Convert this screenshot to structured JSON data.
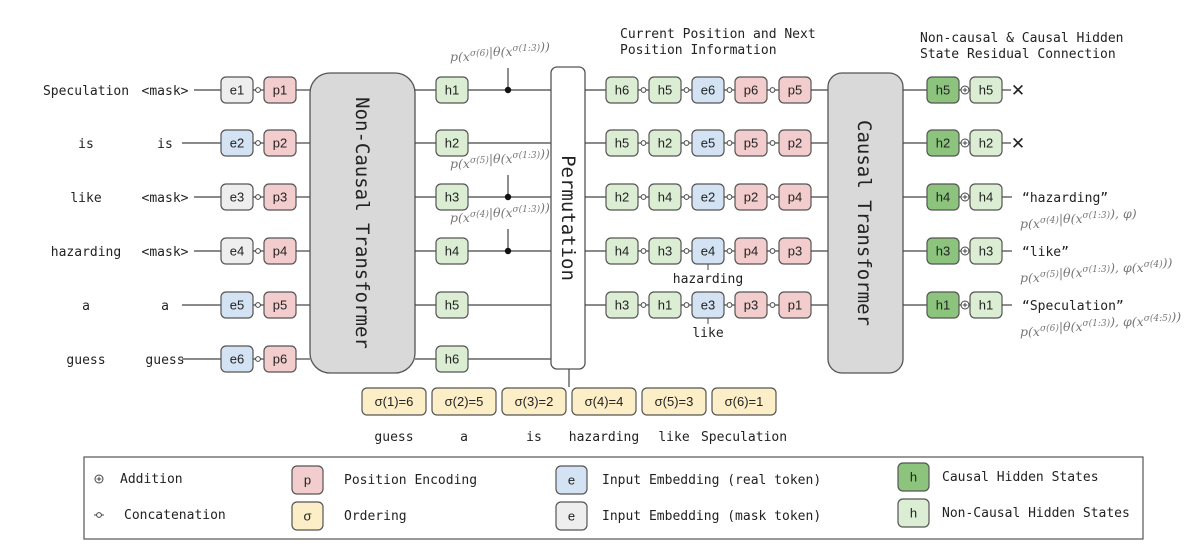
{
  "colors": {
    "position": "#f3cdcd",
    "ordering": "#fcefc7",
    "embed_real": "#d3e3f3",
    "embed_mask": "#eeeeee",
    "causal_h": "#8cc47e",
    "noncausal_h": "#dbeed4",
    "transformer": "#d9d9d9",
    "stroke": "#555555",
    "formula": "#777777"
  },
  "input": {
    "original_tokens": [
      "Speculation",
      "is",
      "like",
      "hazarding",
      "a",
      "guess"
    ],
    "input_tokens": [
      "<mask>",
      "is",
      "<mask>",
      "<mask>",
      "a",
      "guess"
    ],
    "embeddings": [
      {
        "label": "e1",
        "kind": "mask"
      },
      {
        "label": "e2",
        "kind": "real"
      },
      {
        "label": "e3",
        "kind": "mask"
      },
      {
        "label": "e4",
        "kind": "mask"
      },
      {
        "label": "e5",
        "kind": "real"
      },
      {
        "label": "e6",
        "kind": "real"
      }
    ],
    "positions": [
      "p1",
      "p2",
      "p3",
      "p4",
      "p5",
      "p6"
    ]
  },
  "noncausal_transformer": {
    "label": "Non-Causal Transformer"
  },
  "noncausal_outputs": [
    "h1",
    "h2",
    "h3",
    "h4",
    "h5",
    "h6"
  ],
  "tap_formulas": [
    {
      "row": 0,
      "text": "p(x^σ(6) | θ(x^σ(1:3)))"
    },
    {
      "row": 2,
      "text": "p(x^σ(5) | θ(x^σ(1:3)))"
    },
    {
      "row": 3,
      "text": "p(x^σ(4) | θ(x^σ(1:3)))"
    }
  ],
  "permutation": {
    "label": "Permutation"
  },
  "ordering": [
    {
      "label": "σ(1)=6",
      "word": "guess"
    },
    {
      "label": "σ(2)=5",
      "word": "a"
    },
    {
      "label": "σ(3)=2",
      "word": "is"
    },
    {
      "label": "σ(4)=4",
      "word": "hazarding"
    },
    {
      "label": "σ(5)=3",
      "word": "like"
    },
    {
      "label": "σ(6)=1",
      "word": "Speculation"
    }
  ],
  "middle": {
    "title_line1": "Current Position and Next",
    "title_line2": "Position Information",
    "rows": [
      {
        "cells": [
          {
            "t": "h6",
            "k": "h"
          },
          {
            "t": "h5",
            "k": "h"
          },
          {
            "t": "e6",
            "k": "e"
          },
          {
            "t": "p6",
            "k": "p"
          },
          {
            "t": "p5",
            "k": "p"
          }
        ],
        "note": ""
      },
      {
        "cells": [
          {
            "t": "h5",
            "k": "h"
          },
          {
            "t": "h2",
            "k": "h"
          },
          {
            "t": "e5",
            "k": "e"
          },
          {
            "t": "p5",
            "k": "p"
          },
          {
            "t": "p2",
            "k": "p"
          }
        ],
        "note": ""
      },
      {
        "cells": [
          {
            "t": "h2",
            "k": "h"
          },
          {
            "t": "h4",
            "k": "h"
          },
          {
            "t": "e2",
            "k": "e"
          },
          {
            "t": "p2",
            "k": "p"
          },
          {
            "t": "p4",
            "k": "p"
          }
        ],
        "note": ""
      },
      {
        "cells": [
          {
            "t": "h4",
            "k": "h"
          },
          {
            "t": "h3",
            "k": "h"
          },
          {
            "t": "e4",
            "k": "e"
          },
          {
            "t": "p4",
            "k": "p"
          },
          {
            "t": "p3",
            "k": "p"
          }
        ],
        "note": "hazarding"
      },
      {
        "cells": [
          {
            "t": "h3",
            "k": "h"
          },
          {
            "t": "h1",
            "k": "h"
          },
          {
            "t": "e3",
            "k": "e"
          },
          {
            "t": "p3",
            "k": "p"
          },
          {
            "t": "p1",
            "k": "p"
          }
        ],
        "note": "like"
      }
    ]
  },
  "causal_transformer": {
    "label": "Causal Transformer"
  },
  "right": {
    "title_line1": "Non-causal & Causal Hidden",
    "title_line2": "State Residual Connection",
    "rows": [
      {
        "causal": "h5",
        "noncausal": "h5",
        "output": "",
        "dropped": true,
        "formula": ""
      },
      {
        "causal": "h2",
        "noncausal": "h2",
        "output": "",
        "dropped": true,
        "formula": ""
      },
      {
        "causal": "h4",
        "noncausal": "h4",
        "output": "“hazarding”",
        "dropped": false,
        "formula": "p(x^σ(4) | θ(x^σ(1:3)), φ)"
      },
      {
        "causal": "h3",
        "noncausal": "h3",
        "output": "“like”",
        "dropped": false,
        "formula": "p(x^σ(5) | θ(x^σ(1:3)), φ(x^σ(4)))"
      },
      {
        "causal": "h1",
        "noncausal": "h1",
        "output": "“Speculation”",
        "dropped": false,
        "formula": "p(x^σ(6) | θ(x^σ(1:3)), φ(x^σ(4:5)))"
      }
    ],
    "drop_symbol": "✕"
  },
  "legend": {
    "addition": "Addition",
    "concatenation": "Concatenation",
    "items": [
      {
        "glyph": "p",
        "kind": "position",
        "label": "Position Encoding"
      },
      {
        "glyph": "σ",
        "kind": "ordering",
        "label": "Ordering"
      },
      {
        "glyph": "e",
        "kind": "embed_real",
        "label": "Input Embedding (real token)"
      },
      {
        "glyph": "e",
        "kind": "embed_mask",
        "label": "Input Embedding (mask token)"
      },
      {
        "glyph": "h",
        "kind": "causal_h",
        "label": "Causal Hidden States"
      },
      {
        "glyph": "h",
        "kind": "noncausal_h",
        "label": "Non-Causal Hidden States"
      }
    ]
  }
}
